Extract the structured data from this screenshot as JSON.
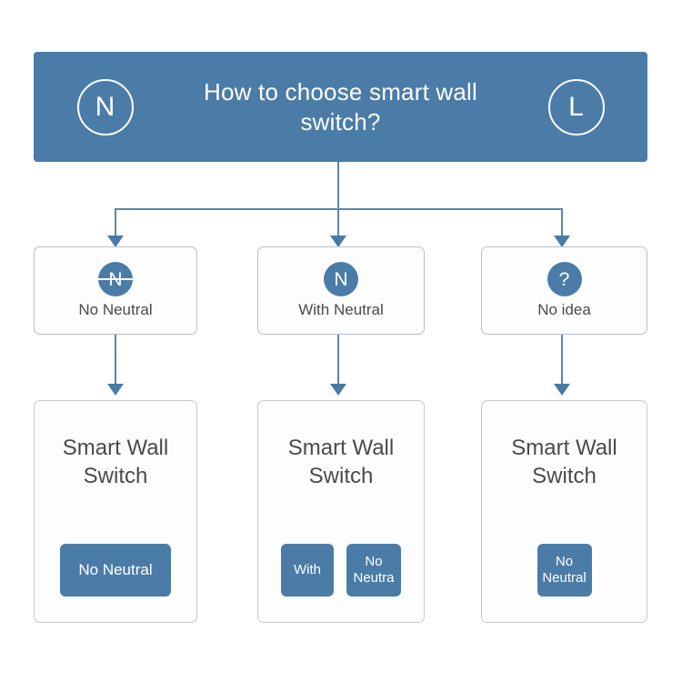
{
  "header": {
    "title": "How to choose smart wall\nswitch?",
    "left_icon_label": "N",
    "right_icon_label": "L",
    "background_color": "#4b7ca8"
  },
  "options": [
    {
      "id": "no-neutral",
      "icon": "n-crossed-circle-icon",
      "icon_label": "N",
      "label": "No Neutral"
    },
    {
      "id": "with-neutral",
      "icon": "n-circle-icon",
      "icon_label": "N",
      "label": "With Neutral"
    },
    {
      "id": "no-idea",
      "icon": "question-circle-icon",
      "icon_label": "?",
      "label": "No idea"
    }
  ],
  "products": [
    {
      "id": "product-no-neutral",
      "title": "Smart Wall\nSwitch",
      "buttons": [
        {
          "label": "No Neutral",
          "style": "wide"
        }
      ]
    },
    {
      "id": "product-with-and-no-neutral",
      "title": "Smart Wall\nSwitch",
      "buttons": [
        {
          "label": "With",
          "style": "sq"
        },
        {
          "label": "No\nNeutra",
          "style": "sq2"
        }
      ]
    },
    {
      "id": "product-no-idea",
      "title": "Smart Wall\nSwitch",
      "buttons": [
        {
          "label": "No\nNeutral",
          "style": "sq2"
        }
      ]
    }
  ],
  "colors": {
    "accent": "#4b7ca8",
    "connector": "#5b85ae",
    "card_border": "#c5c9ce",
    "text": "#4a4a4a"
  }
}
